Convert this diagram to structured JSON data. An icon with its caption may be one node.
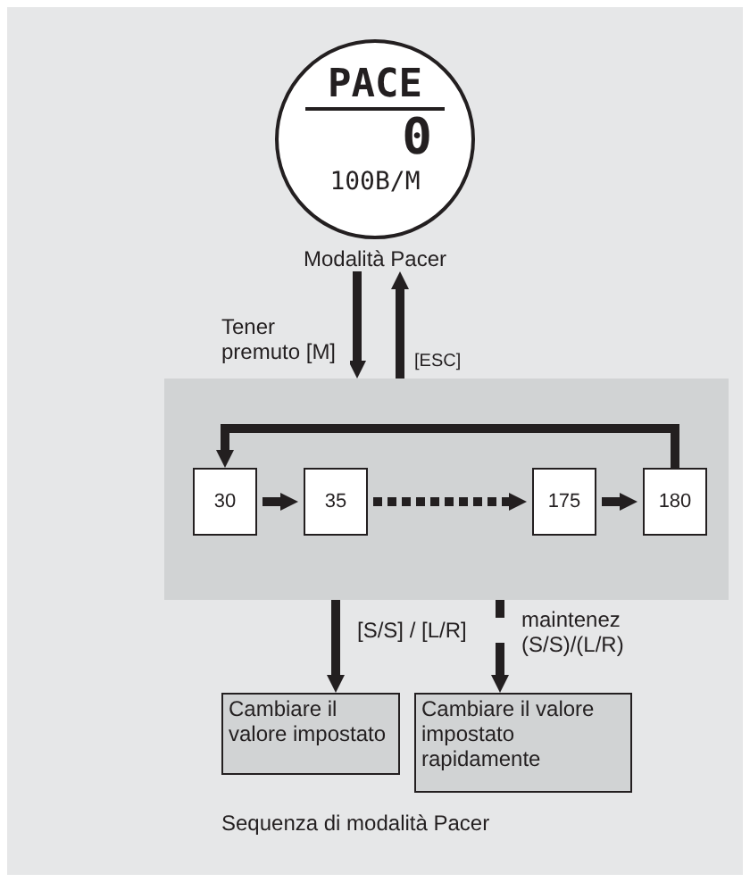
{
  "diagram": {
    "caption": "Sequenza di modalità Pacer",
    "nodes": [
      {
        "text": [
          "PACE",
          "0",
          "100B/M"
        ],
        "beside": [
          "Modalità Pacer"
        ]
      },
      {
        "text": [],
        "shape": "box"
      },
      {
        "text": [
          "30"
        ],
        "in": 1
      },
      {
        "text": [
          "35"
        ],
        "in": 1
      },
      {
        "text": [
          "175"
        ],
        "in": 1
      },
      {
        "text": [
          "180"
        ],
        "in": 1
      },
      {
        "text": [
          "Cambiare il valore impostato"
        ]
      },
      {
        "text": [
          "Cambiare il valore impostato rapidamente"
        ]
      }
    ],
    "edges": [
      {
        "from": 0,
        "to": 1,
        "arrow": "to",
        "label": "Tener premuto [M]"
      },
      {
        "from": 1,
        "to": 0,
        "arrow": "to",
        "label": "[ESC]"
      },
      {
        "from": 5,
        "to": 2,
        "arrow": "to"
      },
      {
        "from": 2,
        "to": 3,
        "arrow": "to"
      },
      {
        "from": 3,
        "to": 4,
        "arrow": "to",
        "style": "dashed"
      },
      {
        "from": 4,
        "to": 5,
        "arrow": "to"
      },
      {
        "from": 1,
        "to": 6,
        "arrow": "to",
        "label": "[S/S] / [L/R]"
      },
      {
        "from": 1,
        "to": 7,
        "arrow": "to",
        "label": "maintenez (S/S)/(L/R)"
      }
    ]
  }
}
